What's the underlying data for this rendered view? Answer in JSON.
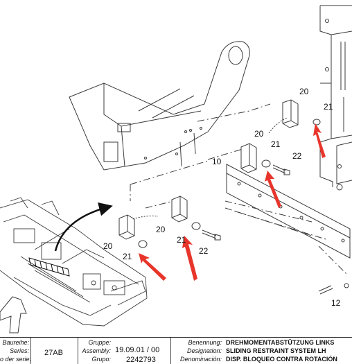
{
  "callouts": {
    "c20a": "20",
    "c21a": "21",
    "c20b": "20",
    "c21b": "21",
    "c22a": "22",
    "c10": "10",
    "c20c": "20",
    "c21c": "21",
    "c22b": "22",
    "c20d": "20",
    "c21d": "21",
    "c12": "12"
  },
  "title_block": {
    "baureihe_label": "Baureihe:",
    "series_label": "Series:",
    "serie_label": "o der serie:",
    "series_value": "27AB",
    "gruppe_label": "Gruppe:",
    "assembly_label": "Assembly:",
    "grupo_label": "Grupo:",
    "assembly_value": "19.09.01 / 00",
    "group_value": "2242793",
    "benennung_label": "Benennung:",
    "designation_label": "Designation:",
    "denominacion_label": "Denominación:",
    "name_de": "DREHMOMENTABSTÜTZUNG LINKS",
    "name_en": "SLIDING RESTRAINT SYSTEM LH",
    "name_es": "DISP. BLOQUEO CONTRA ROTACIÓN"
  },
  "colors": {
    "annotation_arrow": "#e8352b",
    "line": "#3a3a3a"
  }
}
